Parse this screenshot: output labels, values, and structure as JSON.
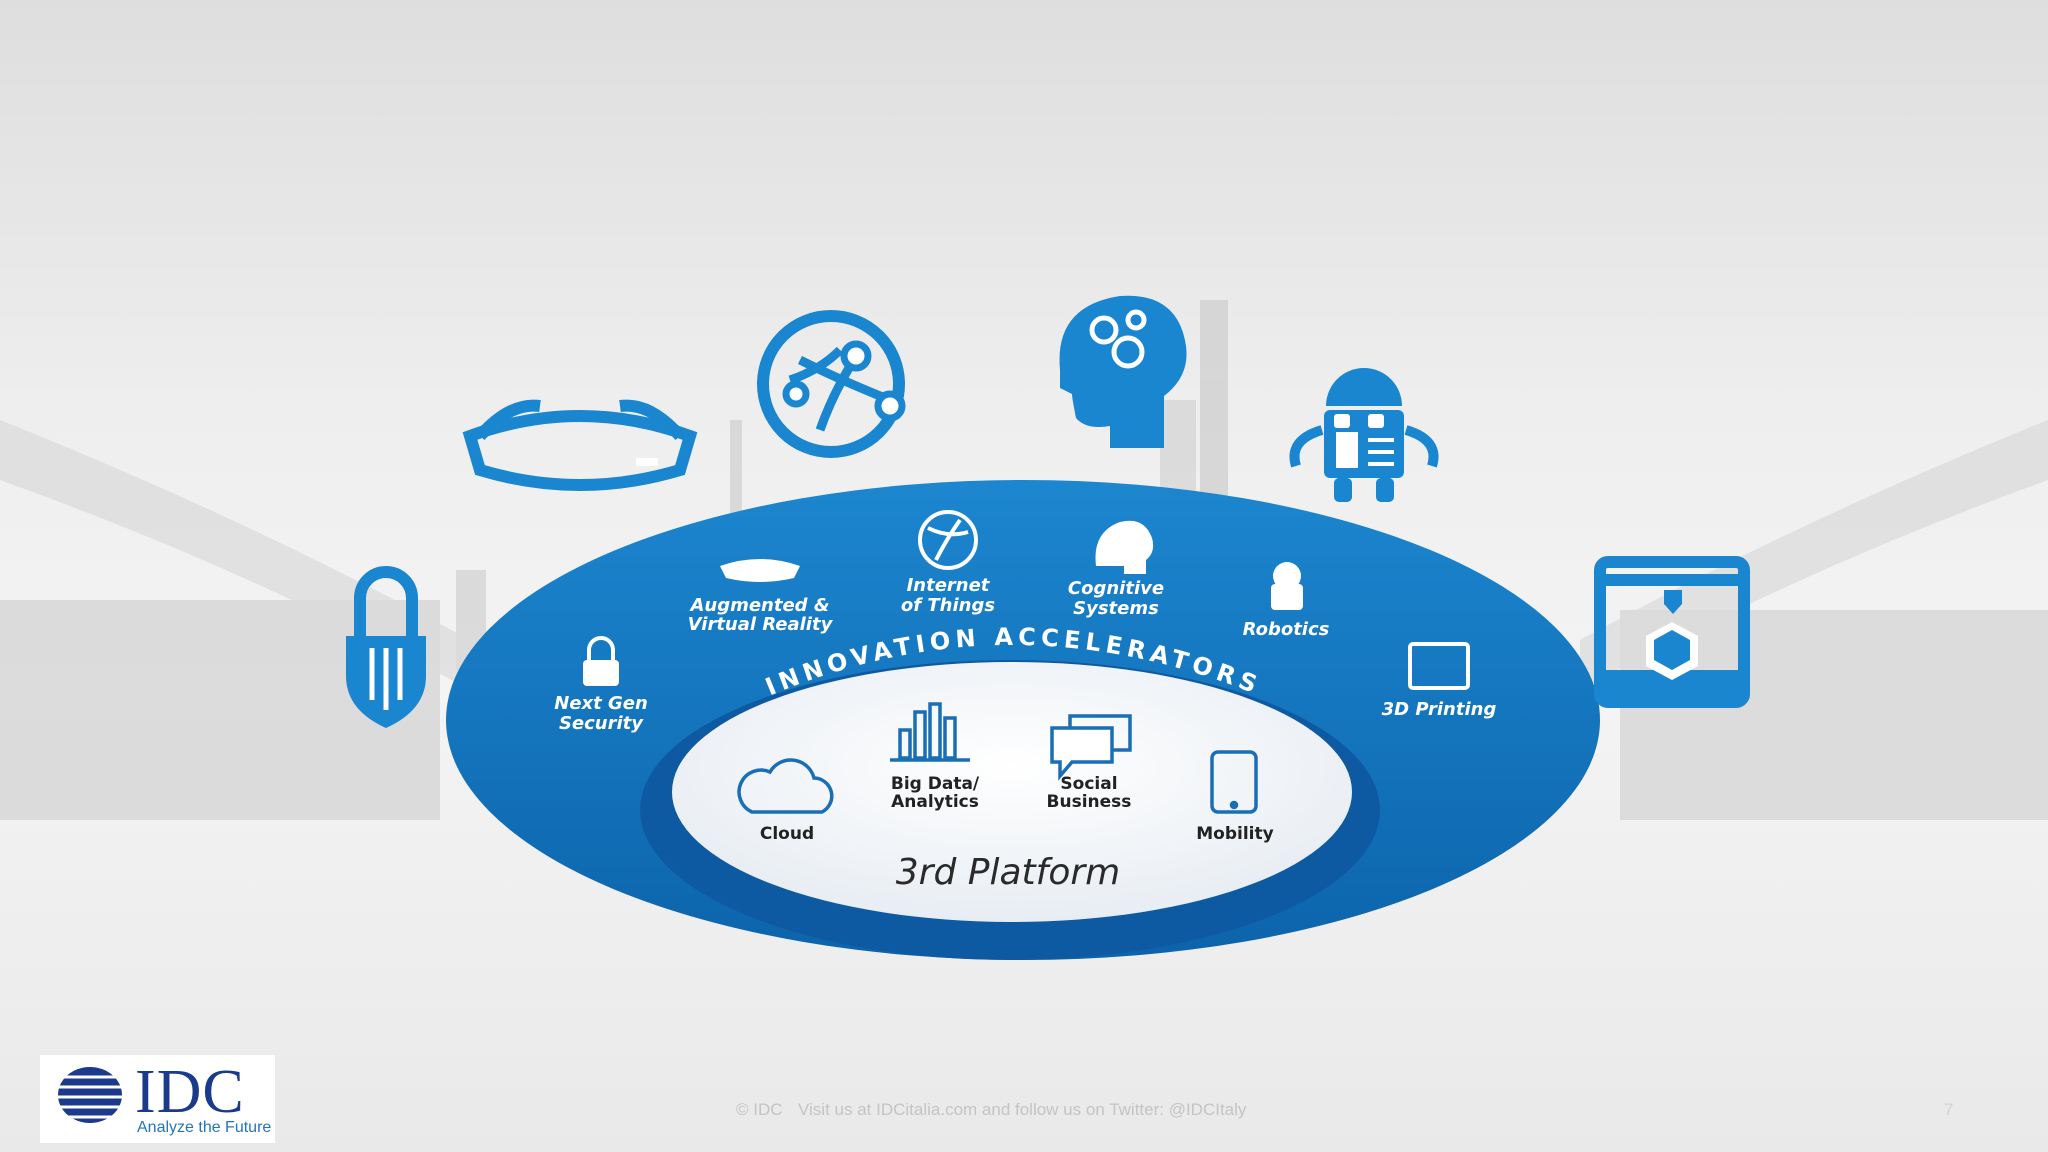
{
  "diagram": {
    "outer_ring_title": "INNOVATION ACCELERATORS",
    "inner_title": "3rd Platform",
    "accelerators": [
      {
        "line1": "Next Gen",
        "line2": "Security",
        "icon": "lock-icon"
      },
      {
        "line1": "Augmented &",
        "line2": "Virtual Reality",
        "icon": "vr-glasses-icon"
      },
      {
        "line1": "Internet",
        "line2": "of Things",
        "icon": "connected-globe-icon"
      },
      {
        "line1": "Cognitive",
        "line2": "Systems",
        "icon": "brain-gears-icon"
      },
      {
        "line1": "Robotics",
        "line2": "",
        "icon": "robot-icon"
      },
      {
        "line1": "3D Printing",
        "line2": "",
        "icon": "3d-printer-icon"
      }
    ],
    "platform": [
      {
        "line1": "Cloud",
        "line2": "",
        "icon": "cloud-icon"
      },
      {
        "line1": "Big Data/",
        "line2": "Analytics",
        "icon": "bar-chart-icon"
      },
      {
        "line1": "Social",
        "line2": "Business",
        "icon": "chat-bubbles-icon"
      },
      {
        "line1": "Mobility",
        "line2": "",
        "icon": "smartphone-icon"
      }
    ]
  },
  "footer": {
    "copyright": "© IDC",
    "visit": "Visit us at IDCitalia.com and follow us on Twitter: @IDCItaly",
    "page_number": "7"
  },
  "logo": {
    "wordmark": "IDC",
    "tagline": "Analyze the Future"
  },
  "colors": {
    "primary": "#1278c4",
    "dark": "#0c5fa6",
    "icon": "#1a86d0",
    "inner": "#f4f6f8"
  }
}
